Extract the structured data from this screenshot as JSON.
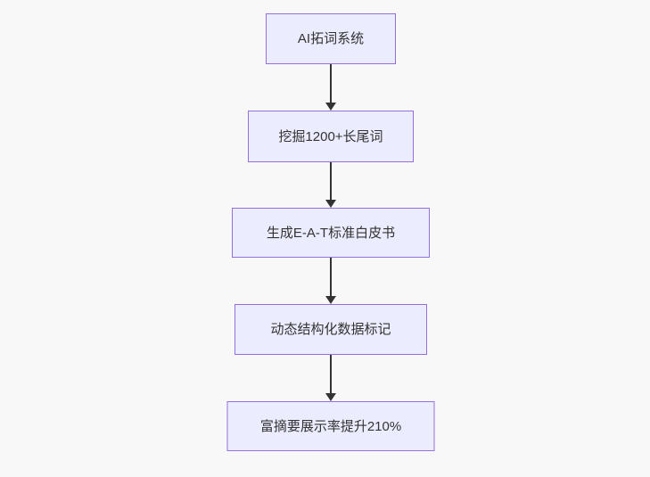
{
  "flowchart": {
    "title": "SEO flow diagram",
    "colors": {
      "background": "#f8f8f8",
      "node_fill": "#ECECFF",
      "node_border": "#9370DB",
      "arrow": "#333333",
      "text": "#333333"
    },
    "nodes": [
      {
        "label": "AI拓词系统"
      },
      {
        "label": "挖掘1200+长尾词"
      },
      {
        "label": "生成E-A-T标准白皮书"
      },
      {
        "label": "动态结构化数据标记"
      },
      {
        "label": "富摘要展示率提升210%"
      }
    ],
    "edges": [
      {
        "from": 0,
        "to": 1
      },
      {
        "from": 1,
        "to": 2
      },
      {
        "from": 2,
        "to": 3
      },
      {
        "from": 3,
        "to": 4
      }
    ]
  }
}
